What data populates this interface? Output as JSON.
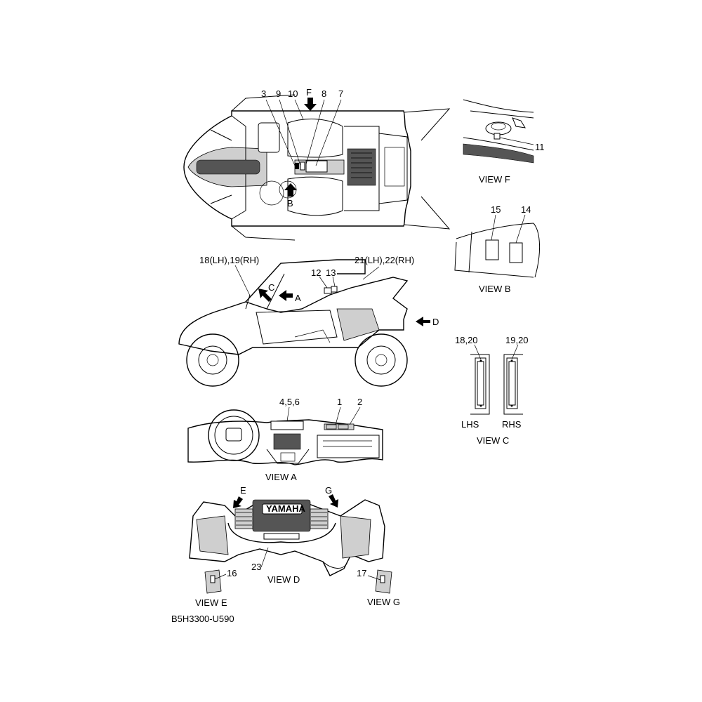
{
  "callouts": {
    "c1": "1",
    "c2": "2",
    "c3": "3",
    "c456": "4,5,6",
    "c7": "7",
    "c8": "8",
    "c9": "9",
    "c10": "10",
    "c11": "11",
    "c12": "12",
    "c13": "13",
    "c14": "14",
    "c15": "15",
    "c16": "16",
    "c17": "17",
    "c1820": "18,20",
    "c1920": "19,20",
    "c1819": "18(LH),19(RH)",
    "c2122": "21(LH),22(RH)",
    "c23": "23"
  },
  "arrows": {
    "a": "A",
    "b": "B",
    "c": "C",
    "d": "D",
    "e": "E",
    "f": "F",
    "g": "G"
  },
  "views": {
    "view_a": "VIEW A",
    "view_b": "VIEW B",
    "view_c": "VIEW C",
    "view_d": "VIEW D",
    "view_e": "VIEW E",
    "view_f": "VIEW F",
    "view_g": "VIEW G",
    "lhs": "LHS",
    "rhs": "RHS"
  },
  "part_code": "B5H3300-U590",
  "logo_text": "YAMAHA"
}
